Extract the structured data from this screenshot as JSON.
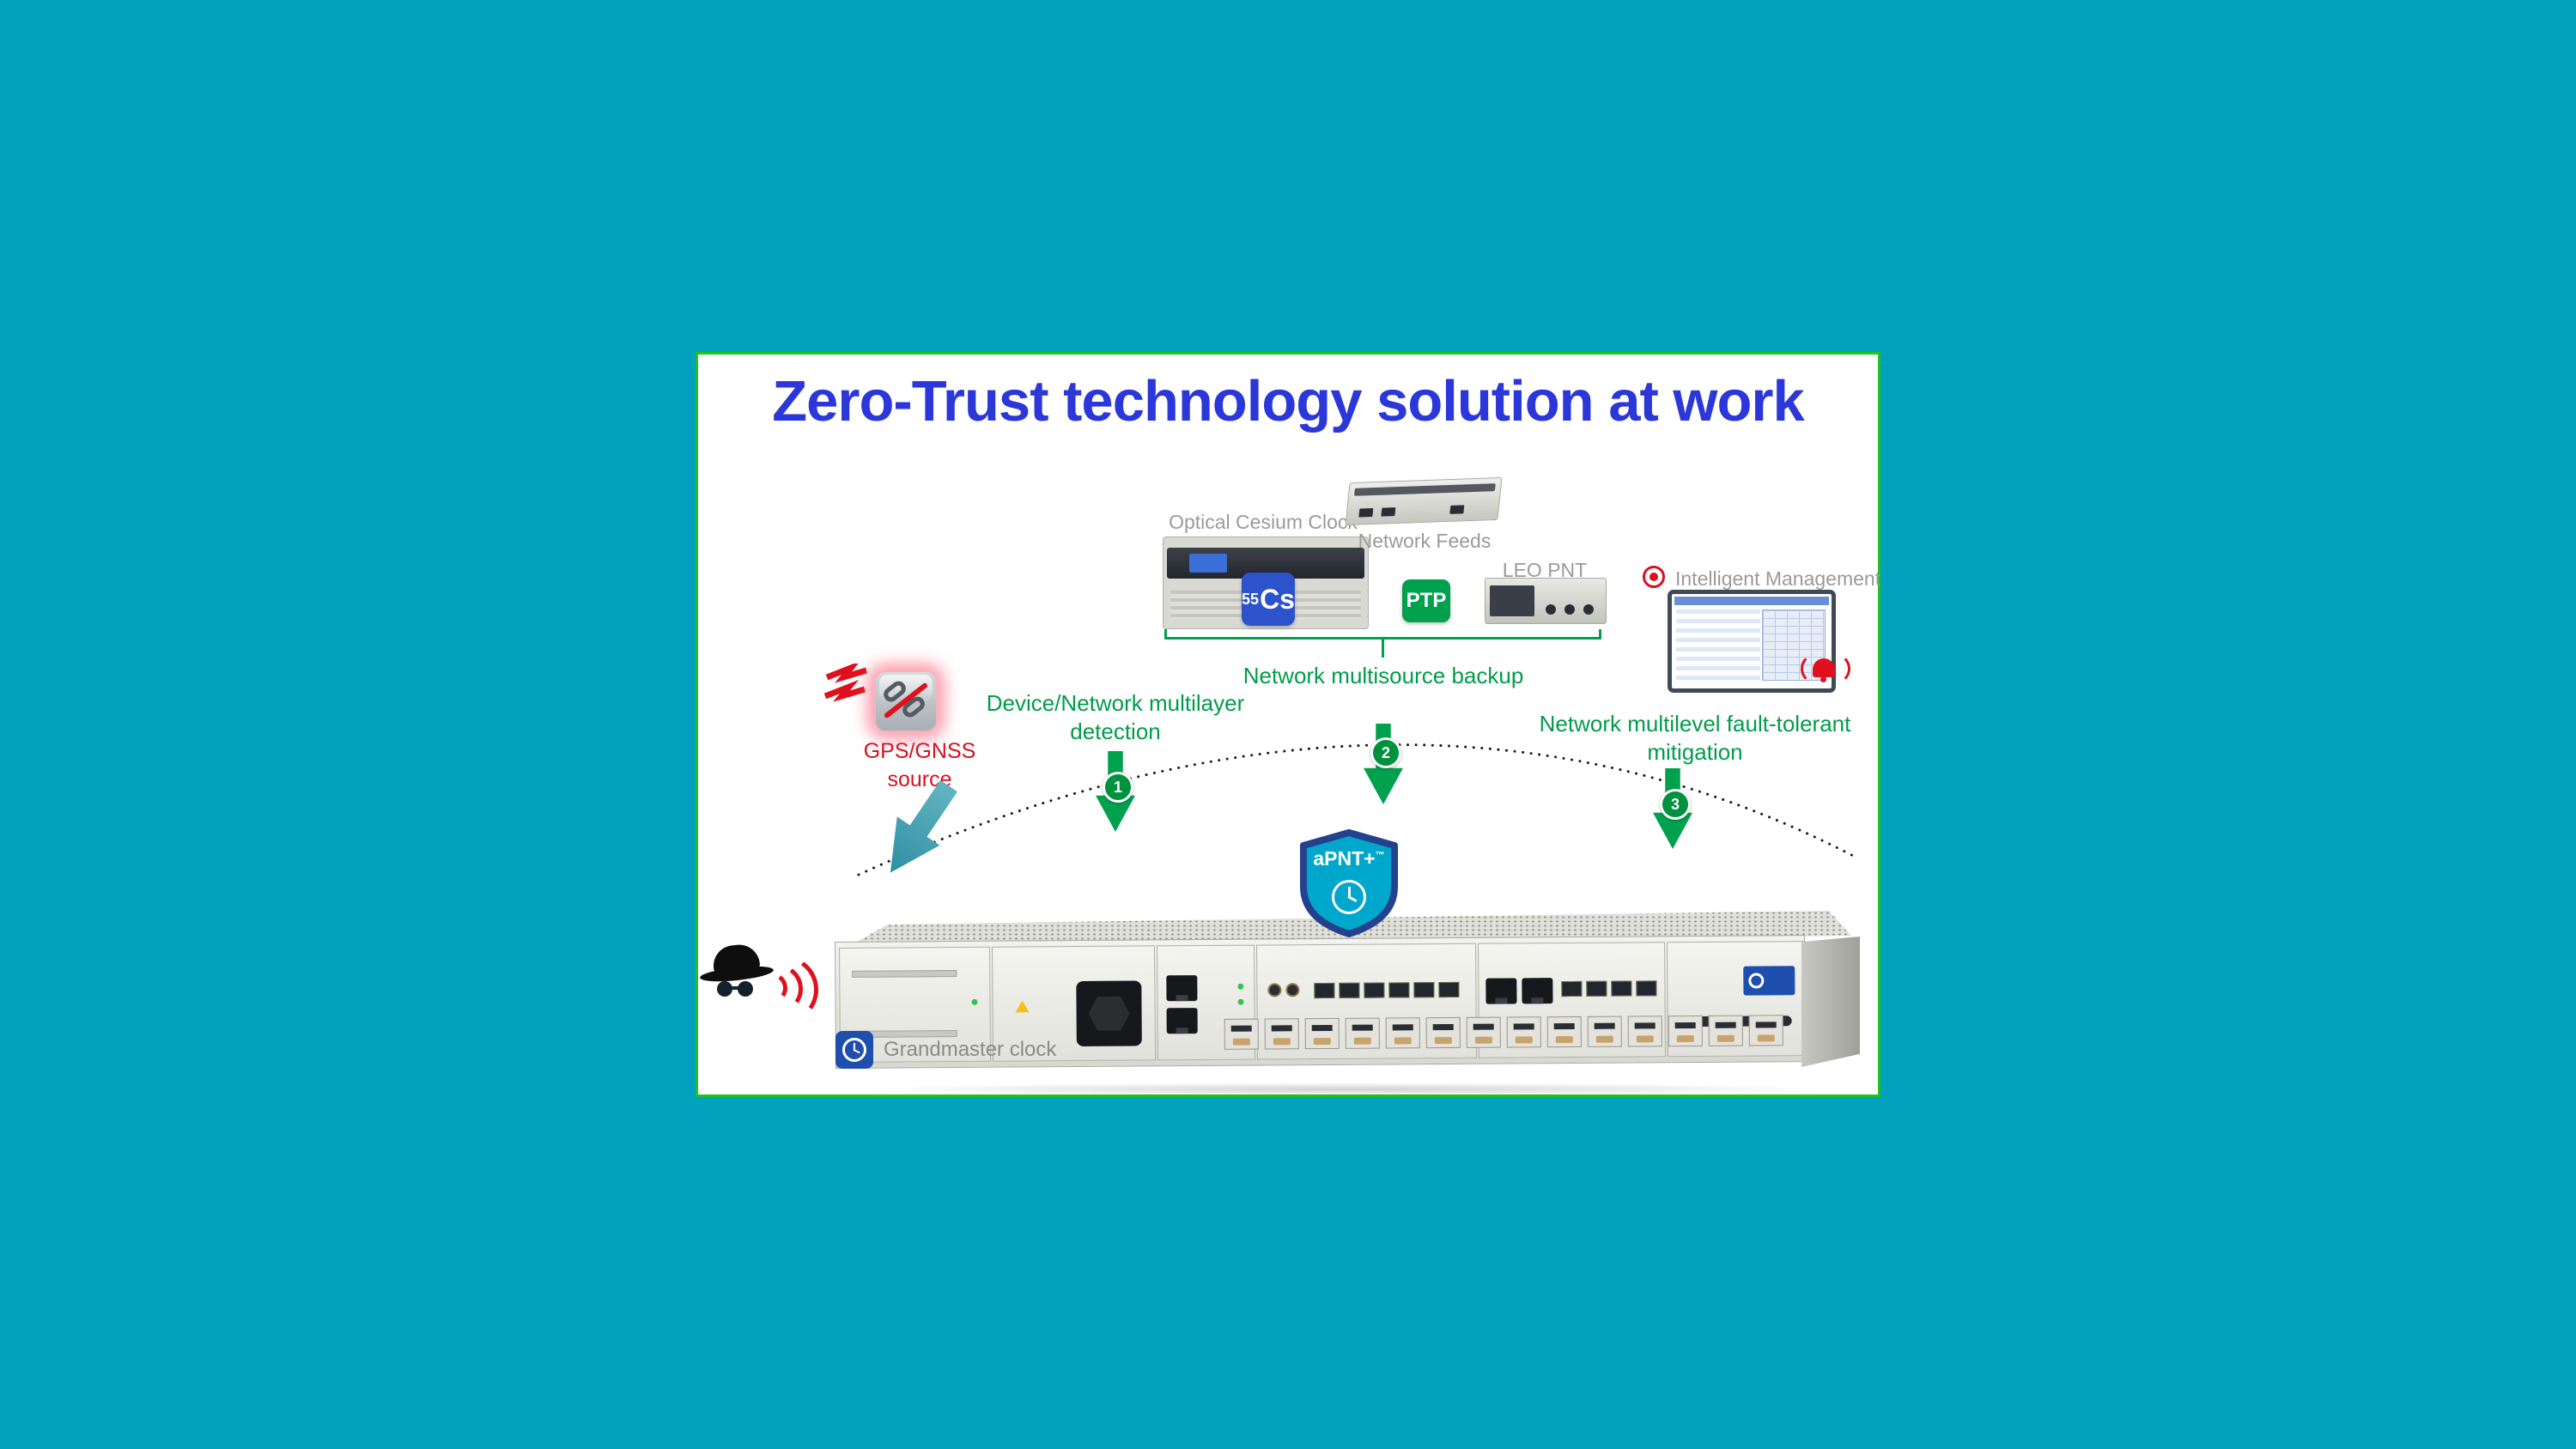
{
  "colors": {
    "background": "#00a1bd",
    "panel_border": "#1fc41f",
    "title_blue": "#2b37d8",
    "step_green": "#009d4a",
    "alert_red": "#d8101f",
    "brand_blue": "#1f4fae",
    "shield_fill": "#00a7cd",
    "shield_border": "#23418c"
  },
  "title": "Zero-Trust technology solution at work",
  "sources": {
    "cesium": {
      "label": "Optical Cesium Clock",
      "badge_sup": "55",
      "badge_main": "Cs"
    },
    "network_feeds": {
      "label": "Network Feeds",
      "badge": "PTP"
    },
    "leo_pnt": {
      "label": "LEO PNT"
    },
    "management": {
      "label": "Intelligent Management"
    }
  },
  "threat": {
    "label": "GPS/GNSS source"
  },
  "steps": [
    {
      "num": "1",
      "label": "Device/Network multilayer detection"
    },
    {
      "num": "2",
      "label": "Network multisource backup"
    },
    {
      "num": "3",
      "label": "Network multilevel fault-tolerant mitigation"
    }
  ],
  "shield": {
    "name": "aPNT+",
    "tm": "™"
  },
  "grandmaster": {
    "label": "Grandmaster clock"
  }
}
